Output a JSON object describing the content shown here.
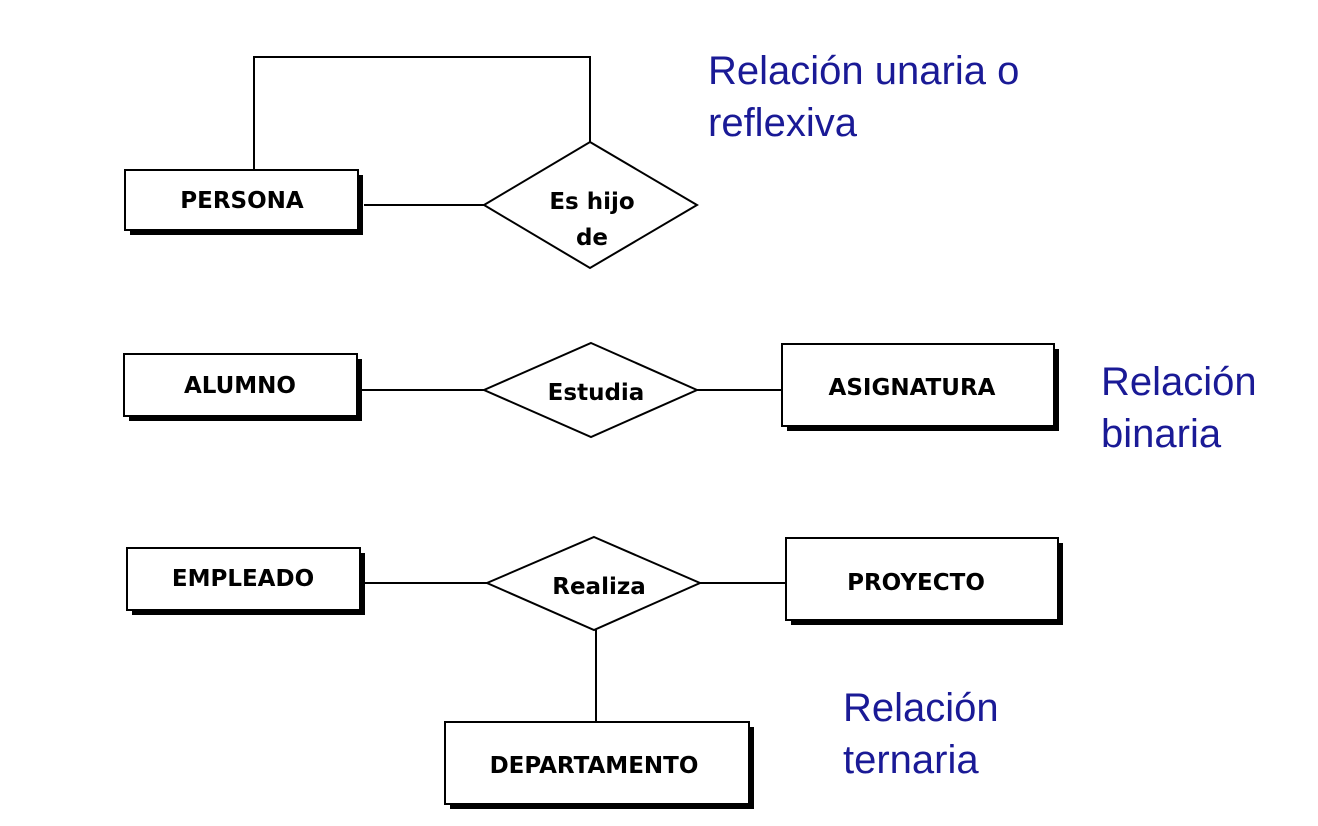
{
  "colors": {
    "caption": "#1a1a96",
    "stroke": "#000000",
    "shadow": "#000000"
  },
  "unary": {
    "entity": "PERSONA",
    "relationship": [
      "Es hijo",
      "de"
    ],
    "caption": [
      "Relación unaria o",
      "reflexiva"
    ]
  },
  "binary": {
    "entity_left": "ALUMNO",
    "relationship": "Estudia",
    "entity_right": "ASIGNATURA",
    "caption": [
      "Relación",
      "binaria"
    ]
  },
  "ternary": {
    "entity_left": "EMPLEADO",
    "relationship": "Realiza",
    "entity_right": "PROYECTO",
    "entity_bottom": "DEPARTAMENTO",
    "caption": [
      "Relación",
      "ternaria"
    ]
  }
}
